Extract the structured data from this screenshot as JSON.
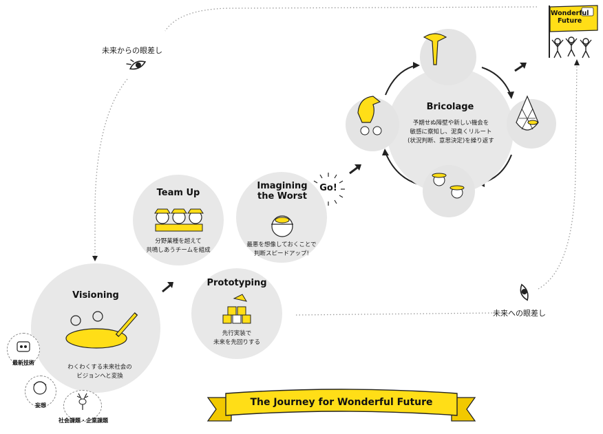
{
  "labels": {
    "gaze_from_future": "未来からの眼差し",
    "gaze_to_future": "未来への眼差し",
    "go": "Go!",
    "technology": "最新技術",
    "imagination": "妄想",
    "issues": "社会課題・企業課題"
  },
  "flag": {
    "line1": "Wonderful",
    "line2": "Future"
  },
  "stages": {
    "visioning": {
      "title": "Visioning",
      "desc": "わくわくする未来社会の\nビジョンへと変換"
    },
    "team_up": {
      "title": "Team Up",
      "desc": "分野業種を超えて\n共鳴しあうチームを組成"
    },
    "imagining": {
      "title": "Imagining\nthe Worst",
      "desc": "最悪を想像しておくことで\n判断スピードアップ!"
    },
    "prototyping": {
      "title": "Prototyping",
      "desc": "先行実装で\n未来を先回りする"
    },
    "bricolage": {
      "title": "Bricolage",
      "desc": "予期せぬ障壁や新しい機会を\n敏感に察知し、泥臭くリルート\n(状況判断、意思決定)を繰り返す"
    }
  },
  "ribbon": {
    "title": "The Journey for Wonderful Future"
  },
  "colors": {
    "accent": "#ffde17",
    "circle": "#e8e8e8",
    "text": "#111111"
  }
}
